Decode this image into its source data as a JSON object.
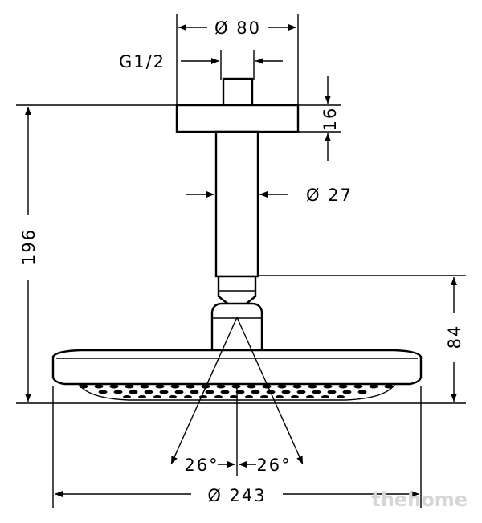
{
  "labels": {
    "dia_flange": "Ø 80",
    "thread": "G1/2",
    "depth": "16",
    "dia_pipe": "Ø 27",
    "total_height": "196",
    "head_height": "84",
    "angle_left": "26°",
    "angle_right": "26°",
    "dia_head": "Ø 243"
  },
  "watermark": "thehome"
}
